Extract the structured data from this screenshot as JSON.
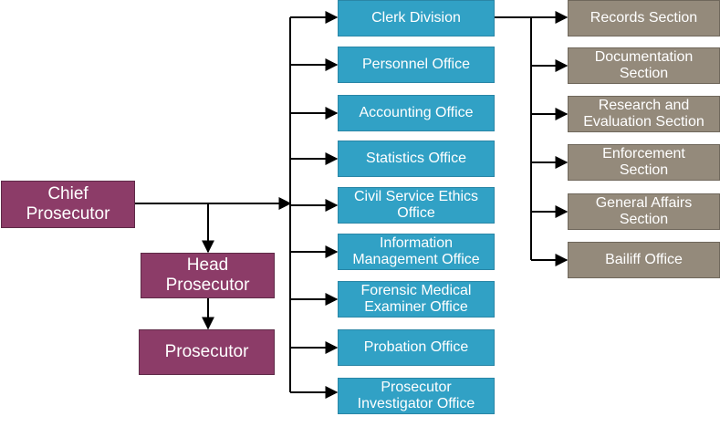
{
  "diagram": {
    "colors": {
      "leadership": "#8c3c68",
      "office": "#31a1c5",
      "section": "#948a7b",
      "connector": "#000000"
    },
    "leadership": {
      "chief": "Chief Prosecutor",
      "head": "Head Prosecutor",
      "prosecutor": "Prosecutor"
    },
    "offices": [
      {
        "id": "clerk-division",
        "label": "Clerk Division"
      },
      {
        "id": "personnel-office",
        "label": "Personnel Office"
      },
      {
        "id": "accounting-office",
        "label": "Accounting Office"
      },
      {
        "id": "statistics-office",
        "label": "Statistics Office"
      },
      {
        "id": "civil-service-ethics-office",
        "label": "Civil Service Ethics Office"
      },
      {
        "id": "information-management-office",
        "label": "Information Management Office"
      },
      {
        "id": "forensic-medical-examiner-office",
        "label": "Forensic Medical Examiner Office"
      },
      {
        "id": "probation-office",
        "label": "Probation Office"
      },
      {
        "id": "prosecutor-investigator-office",
        "label": "Prosecutor Investigator Office"
      }
    ],
    "sections": [
      {
        "id": "records-section",
        "label": "Records Section"
      },
      {
        "id": "documentation-section",
        "label": "Documentation Section"
      },
      {
        "id": "research-evaluation-section",
        "label": "Research and Evaluation Section"
      },
      {
        "id": "enforcement-section",
        "label": "Enforcement Section"
      },
      {
        "id": "general-affairs-section",
        "label": "General Affairs Section"
      },
      {
        "id": "bailiff-office",
        "label": "Bailiff Office"
      }
    ]
  }
}
